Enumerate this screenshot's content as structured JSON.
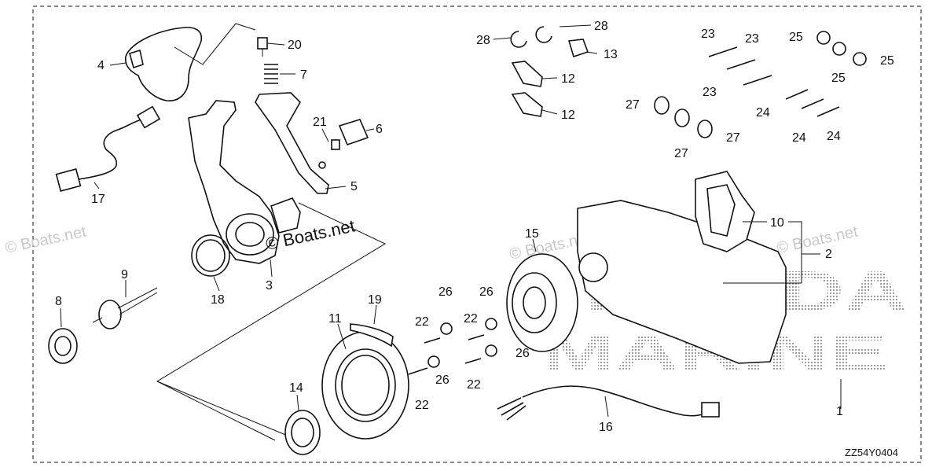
{
  "diagram_code": "ZZ54Y0404",
  "watermark": "© Boats.net",
  "center_label": "© Boats.net",
  "brand_line1": "HONDA",
  "brand_line2": "MARINE",
  "callouts": {
    "c1": "1",
    "c2": "2",
    "c3": "3",
    "c4": "4",
    "c5": "5",
    "c6": "6",
    "c7": "7",
    "c8": "8",
    "c9": "9",
    "c10": "10",
    "c11": "11",
    "c12a": "12",
    "c12b": "12",
    "c13": "13",
    "c14": "14",
    "c15": "15",
    "c16": "16",
    "c17": "17",
    "c18": "18",
    "c19": "19",
    "c20": "20",
    "c21": "21",
    "c22a": "22",
    "c22b": "22",
    "c22c": "22",
    "c22d": "22",
    "c23a": "23",
    "c23b": "23",
    "c23c": "23",
    "c24a": "24",
    "c24b": "24",
    "c24c": "24",
    "c25a": "25",
    "c25b": "25",
    "c25c": "25",
    "c26a": "26",
    "c26b": "26",
    "c26c": "26",
    "c26d": "26",
    "c27a": "27",
    "c27b": "27",
    "c27c": "27",
    "c28a": "28",
    "c28b": "28"
  }
}
